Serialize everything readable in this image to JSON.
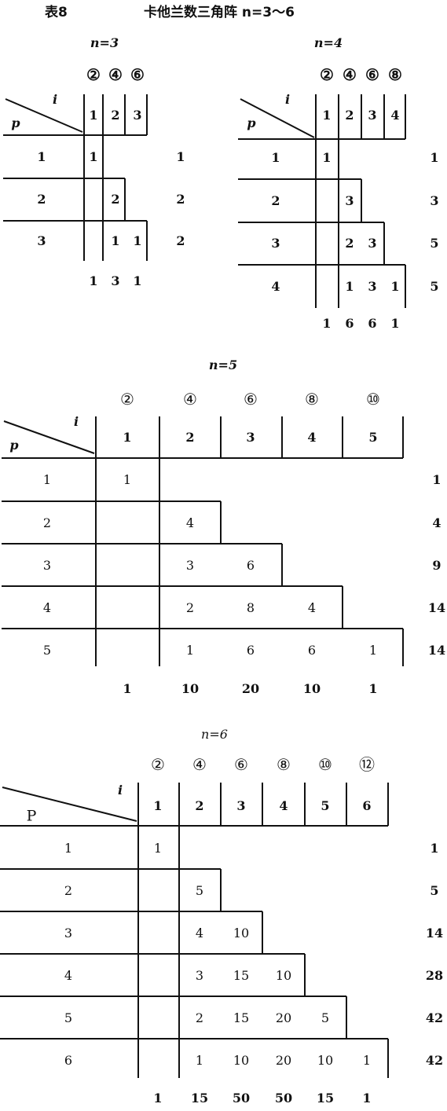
{
  "title": "表8 卡他兰数三角阵 n=3～6",
  "title_label": "表8",
  "title_text": "卡他兰数三角阵 n=3～6",
  "header": {
    "p": "p",
    "i": "i",
    "P_upper": "P"
  },
  "tables": [
    {
      "n_label": "n=3",
      "circled": [
        "②",
        "④",
        "⑥"
      ],
      "columns": [
        "1",
        "2",
        "3"
      ],
      "rows": [
        {
          "p": "1",
          "cells": [
            "1"
          ],
          "sum": "1"
        },
        {
          "p": "2",
          "cells": [
            "",
            "2"
          ],
          "sum": "2"
        },
        {
          "p": "3",
          "cells": [
            "",
            "1",
            "1"
          ],
          "sum": "2"
        }
      ],
      "bottom": [
        "1",
        "3",
        "1"
      ]
    },
    {
      "n_label": "n=4",
      "circled": [
        "②",
        "④",
        "⑥",
        "⑧"
      ],
      "columns": [
        "1",
        "2",
        "3",
        "4"
      ],
      "rows": [
        {
          "p": "1",
          "cells": [
            "1"
          ],
          "sum": "1"
        },
        {
          "p": "2",
          "cells": [
            "",
            "3"
          ],
          "sum": "3"
        },
        {
          "p": "3",
          "cells": [
            "",
            "2",
            "3"
          ],
          "sum": "5"
        },
        {
          "p": "4",
          "cells": [
            "",
            "1",
            "3",
            "1"
          ],
          "sum": "5"
        }
      ],
      "bottom": [
        "1",
        "6",
        "6",
        "1"
      ]
    },
    {
      "n_label": "n=5",
      "circled": [
        "②",
        "④",
        "⑥",
        "⑧",
        "⑩"
      ],
      "columns": [
        "1",
        "2",
        "3",
        "4",
        "5"
      ],
      "rows": [
        {
          "p": "1",
          "cells": [
            "1"
          ],
          "sum": "1"
        },
        {
          "p": "2",
          "cells": [
            "",
            "4"
          ],
          "sum": "4"
        },
        {
          "p": "3",
          "cells": [
            "",
            "3",
            "6"
          ],
          "sum": "9"
        },
        {
          "p": "4",
          "cells": [
            "",
            "2",
            "8",
            "4"
          ],
          "sum": "14"
        },
        {
          "p": "5",
          "cells": [
            "",
            "1",
            "6",
            "6",
            "1"
          ],
          "sum": "14"
        }
      ],
      "bottom": [
        "1",
        "10",
        "20",
        "10",
        "1"
      ]
    },
    {
      "n_label": "n=6",
      "circled": [
        "②",
        "④",
        "⑥",
        "⑧",
        "⑩",
        "⑫"
      ],
      "columns": [
        "1",
        "2",
        "3",
        "4",
        "5",
        "6"
      ],
      "rows": [
        {
          "p": "1",
          "cells": [
            "1"
          ],
          "sum": "1"
        },
        {
          "p": "2",
          "cells": [
            "",
            "5"
          ],
          "sum": "5"
        },
        {
          "p": "3",
          "cells": [
            "",
            "4",
            "10"
          ],
          "sum": "14"
        },
        {
          "p": "4",
          "cells": [
            "",
            "3",
            "15",
            "10"
          ],
          "sum": "28"
        },
        {
          "p": "5",
          "cells": [
            "",
            "2",
            "15",
            "20",
            "5"
          ],
          "sum": "42"
        },
        {
          "p": "6",
          "cells": [
            "",
            "1",
            "10",
            "20",
            "10",
            "1"
          ],
          "sum": "42"
        }
      ],
      "bottom": [
        "1",
        "15",
        "50",
        "50",
        "15",
        "1"
      ]
    }
  ]
}
